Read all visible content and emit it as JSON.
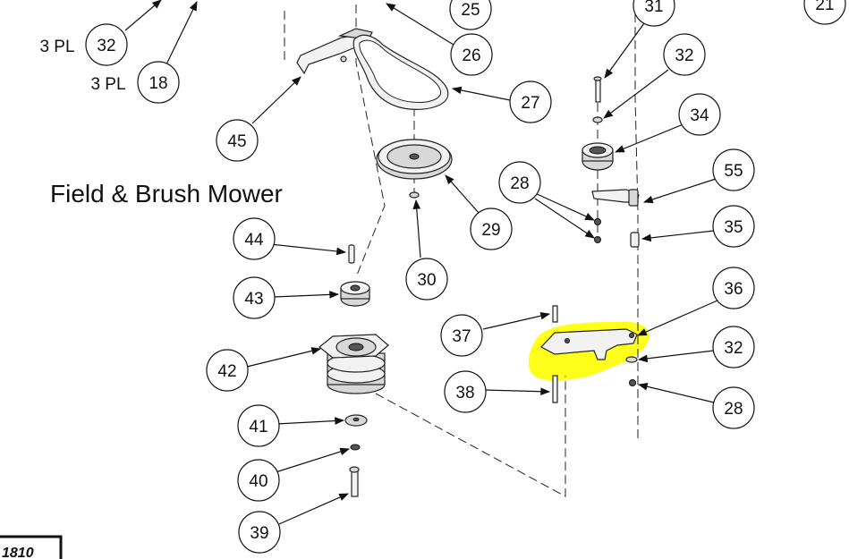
{
  "diagram": {
    "title": "Field & Brush Mower",
    "page_code": "1810",
    "highlight_color": "#ffff00",
    "callouts": [
      {
        "id": "c32a",
        "label": "32",
        "qty": "3 PL"
      },
      {
        "id": "c18",
        "label": "18",
        "qty": "3 PL"
      },
      {
        "id": "c25",
        "label": "25"
      },
      {
        "id": "c26",
        "label": "26"
      },
      {
        "id": "c27",
        "label": "27"
      },
      {
        "id": "c45",
        "label": "45"
      },
      {
        "id": "c29",
        "label": "29"
      },
      {
        "id": "c30",
        "label": "30"
      },
      {
        "id": "c44",
        "label": "44"
      },
      {
        "id": "c43",
        "label": "43"
      },
      {
        "id": "c42",
        "label": "42"
      },
      {
        "id": "c41",
        "label": "41"
      },
      {
        "id": "c40",
        "label": "40"
      },
      {
        "id": "c39",
        "label": "39"
      },
      {
        "id": "c31",
        "label": "31"
      },
      {
        "id": "c21",
        "label": "21"
      },
      {
        "id": "c32b",
        "label": "32"
      },
      {
        "id": "c34",
        "label": "34"
      },
      {
        "id": "c28a",
        "label": "28"
      },
      {
        "id": "c55",
        "label": "55"
      },
      {
        "id": "c35",
        "label": "35"
      },
      {
        "id": "c36",
        "label": "36"
      },
      {
        "id": "c37",
        "label": "37"
      },
      {
        "id": "c32c",
        "label": "32"
      },
      {
        "id": "c38",
        "label": "38"
      },
      {
        "id": "c28b",
        "label": "28"
      }
    ]
  }
}
